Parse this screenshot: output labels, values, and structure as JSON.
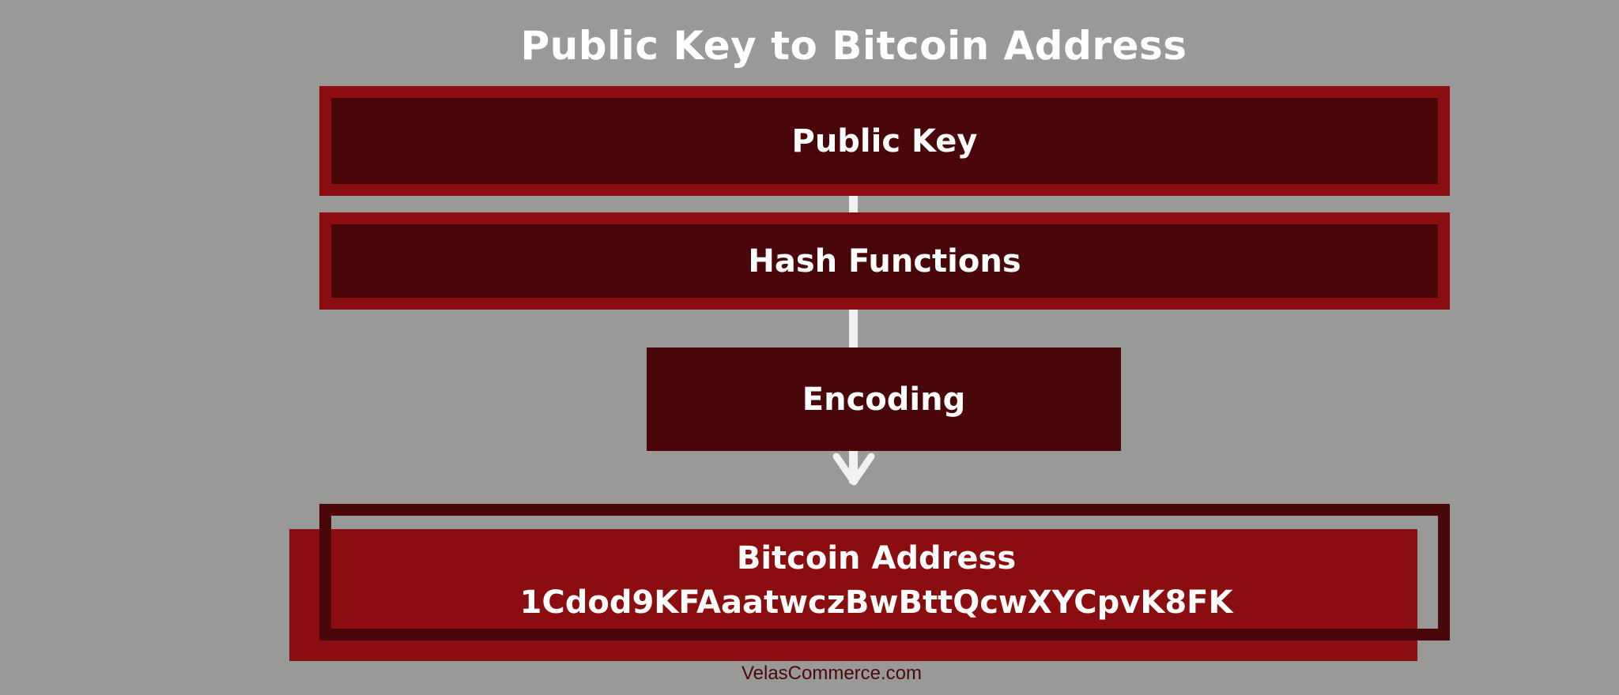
{
  "title": "Public Key to Bitcoin Address",
  "steps": [
    {
      "label": "Public Key"
    },
    {
      "label": "Hash Functions"
    },
    {
      "label": "Encoding"
    }
  ],
  "result": {
    "label": "Bitcoin Address",
    "value": "1Cdod9KFAaatwczBwBttQcwXYCpvK8FK"
  },
  "footer": "VelasCommerce.com",
  "colors": {
    "background": "#999997",
    "dark_red": "#4a0709",
    "red": "#8c0d10",
    "connector": "#f1f1f1"
  }
}
